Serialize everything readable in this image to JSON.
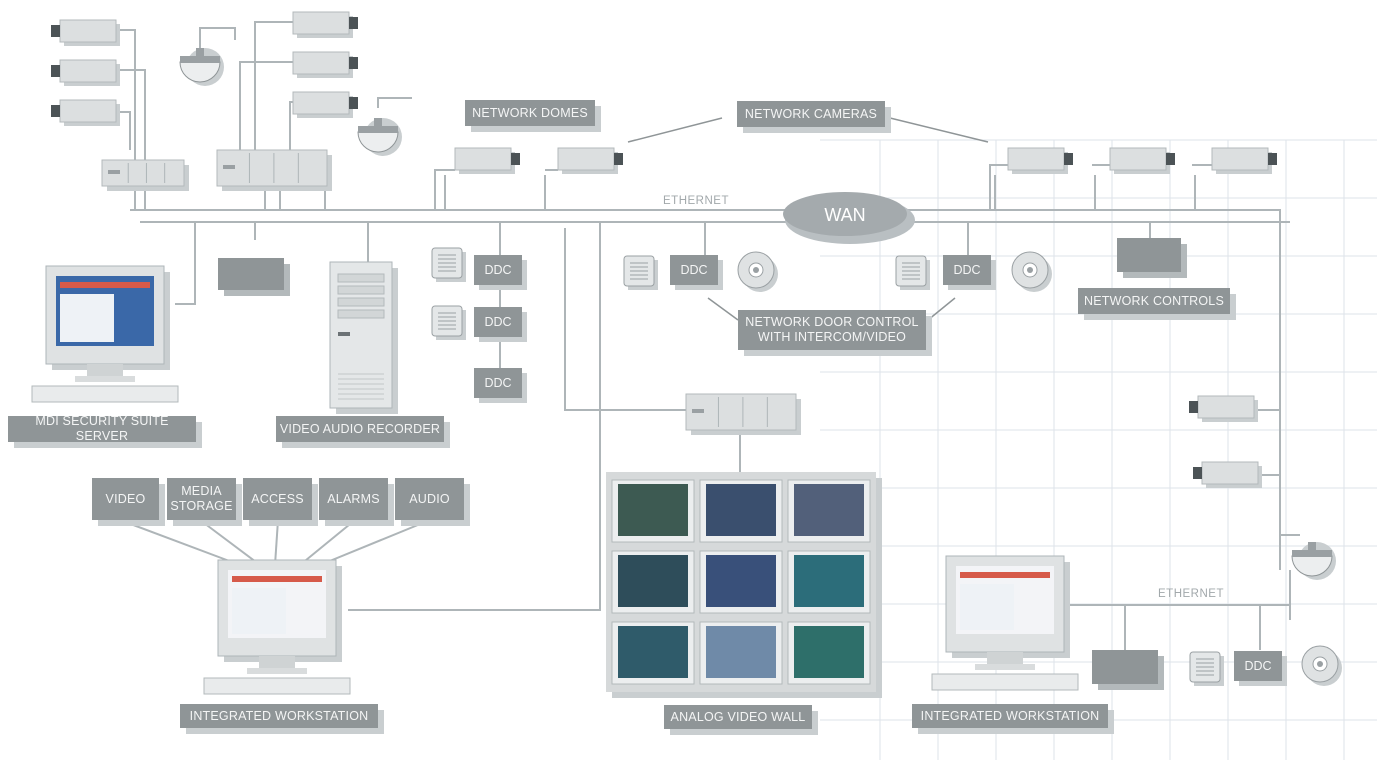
{
  "labels": {
    "network_domes": "NETWORK DOMES",
    "network_cameras": "NETWORK CAMERAS",
    "ethernet_top": "ETHERNET",
    "ethernet_bottom": "ETHERNET",
    "wan": "WAN",
    "ddc": "DDC",
    "network_door_control": "NETWORK DOOR CONTROL\nWITH INTERCOM/VIDEO",
    "network_controls": "NETWORK CONTROLS",
    "mdi_server": "MDI SECURITY SUITE SERVER",
    "video_audio_recorder": "VIDEO AUDIO RECORDER",
    "video": "VIDEO",
    "media_storage": "MEDIA\nSTORAGE",
    "access": "ACCESS",
    "alarms": "ALARMS",
    "audio": "AUDIO",
    "integrated_workstation_left": "INTEGRATED WORKSTATION",
    "analog_video_wall": "ANALOG VIDEO WALL",
    "integrated_workstation_right": "INTEGRATED WORKSTATION"
  },
  "colors": {
    "label_fill": "#8f9597",
    "label_text": "#f4f5f5",
    "label_shadow": "#c9ced0",
    "network_line": "#aeb5b8",
    "grid_line": "#dde3ea",
    "device_fill": "#dcdfe0",
    "device_dark": "#9aa0a3"
  },
  "icons": {
    "box_camera": "box-camera-icon",
    "dome_camera": "dome-camera-icon",
    "card_reader": "card-reader-icon",
    "intercom": "intercom-icon",
    "monitor": "monitor-icon",
    "tower": "tower-server-icon",
    "switch": "network-switch-icon"
  }
}
